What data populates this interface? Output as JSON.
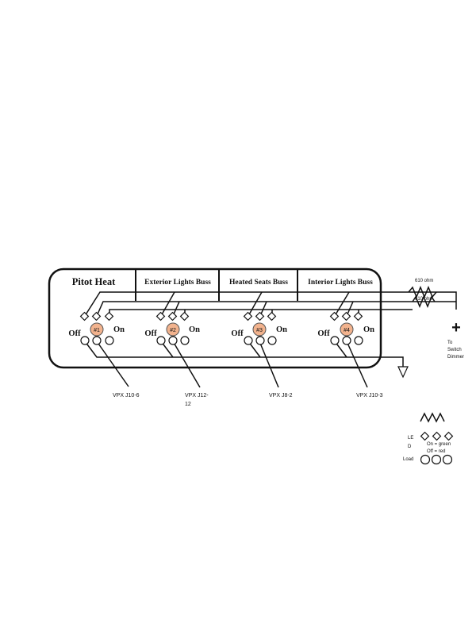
{
  "panel": {
    "sections": [
      {
        "title": "Pitot Heat",
        "switch_id": "#1",
        "off_label": "Off",
        "on_label": "On",
        "vpx_label_line1": "VPX  J10-6",
        "vpx_label_line2": ""
      },
      {
        "title": "Exterior Lights Buss",
        "switch_id": "#2",
        "off_label": "Off",
        "on_label": "On",
        "vpx_label_line1": "VPX  J12-",
        "vpx_label_line2": "12"
      },
      {
        "title": "Heated Seats Buss",
        "switch_id": "#3",
        "off_label": "Off",
        "on_label": "On",
        "vpx_label_line1": "VPX  J8-2",
        "vpx_label_line2": ""
      },
      {
        "title": "Interior Lights Buss",
        "switch_id": "#4",
        "off_label": "Off",
        "on_label": "On",
        "vpx_label_line1": "VPX  J10-3",
        "vpx_label_line2": ""
      }
    ]
  },
  "resistors": {
    "r1_label": "610 ohm",
    "r2_label": "610 ohm"
  },
  "power": {
    "plus_symbol": "+",
    "to_label": "To",
    "switch_label": "Switch",
    "dimmer_label": "Dimmer"
  },
  "legend": {
    "led_label_line1": "LE",
    "led_label_line2": "D",
    "on_text": "On = green",
    "off_text": "Off = red",
    "load_label": "Load"
  },
  "colors": {
    "switch_fill": "#f2b38e",
    "line": "#111111"
  }
}
